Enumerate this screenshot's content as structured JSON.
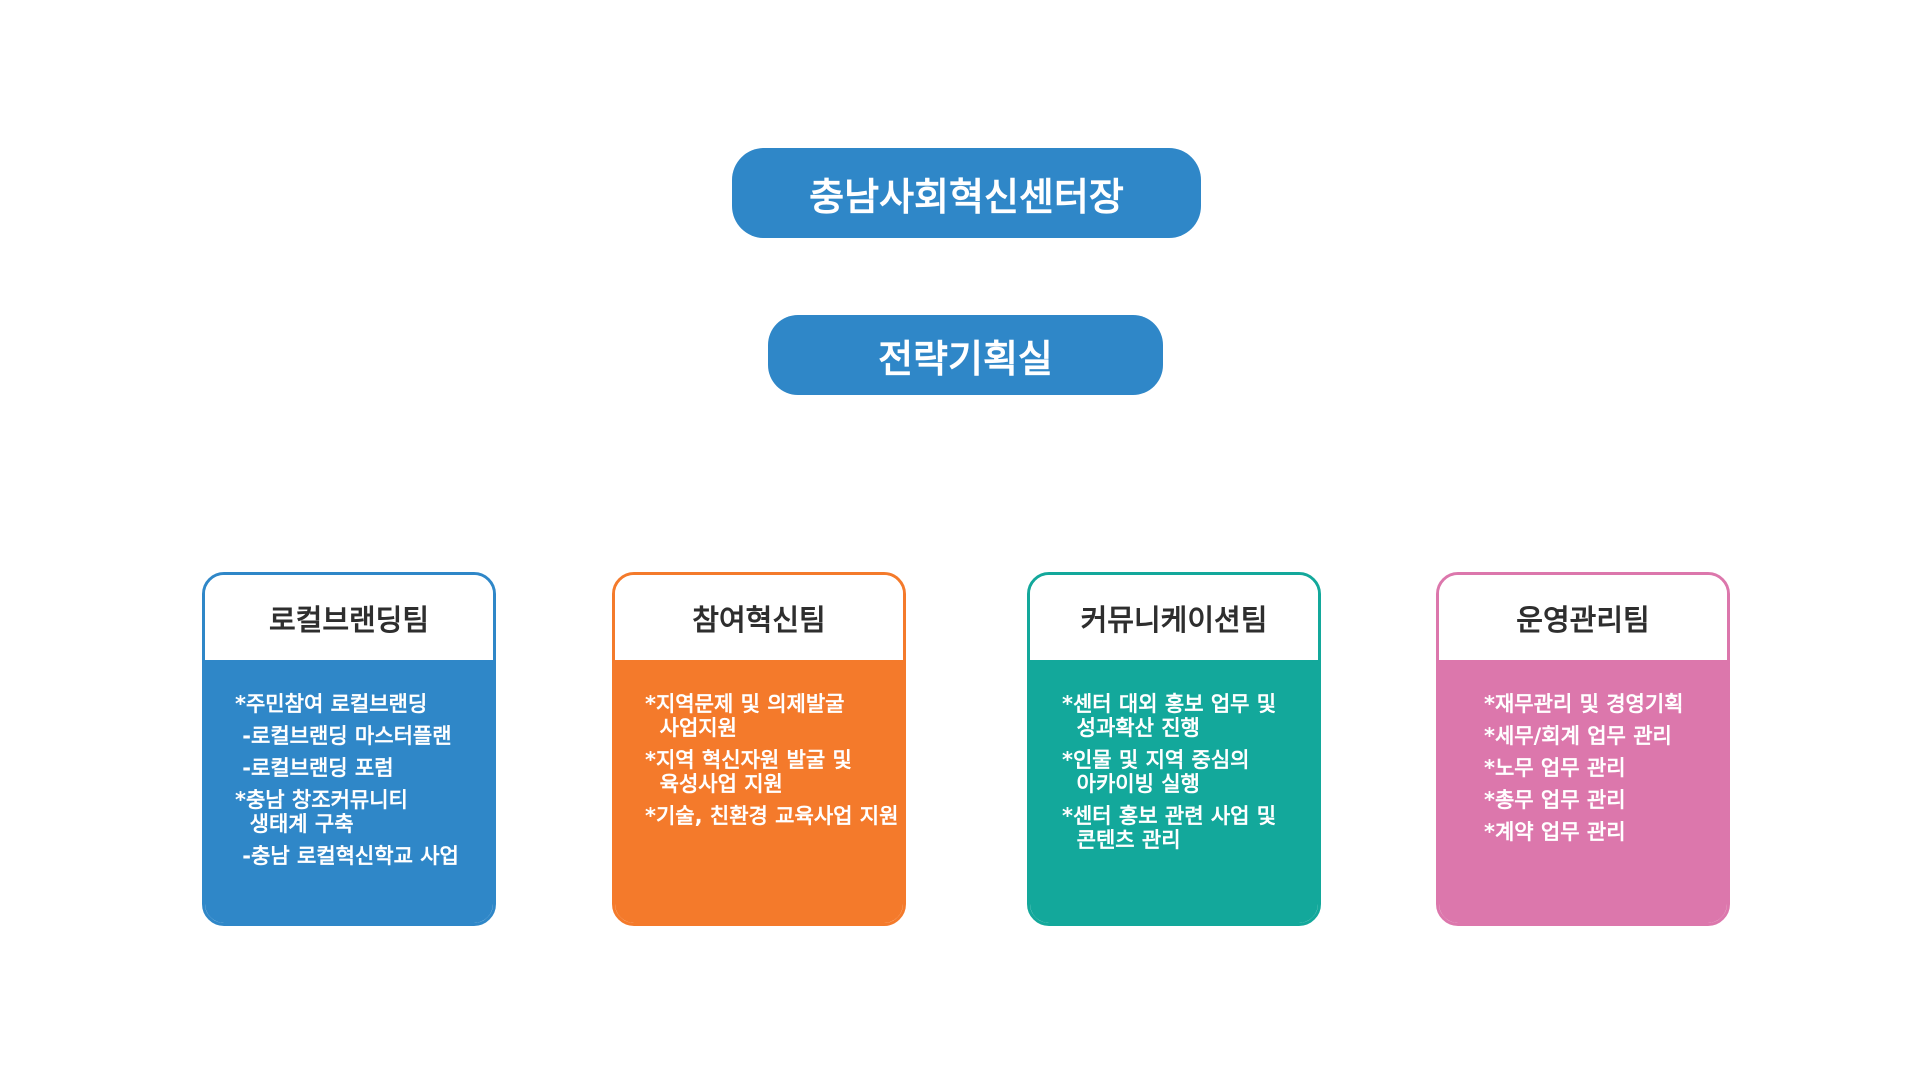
{
  "director": {
    "label": "충남사회혁신센터장"
  },
  "office": {
    "label": "전략기획실"
  },
  "colors": {
    "blue": "#2f87c8",
    "orange": "#f47a2b",
    "teal": "#13a89b",
    "pink": "#dc77ac"
  },
  "teams": [
    {
      "title": "로컬브랜딩팀",
      "items": [
        "*주민참여 로컬브랜딩",
        " -로컬브랜딩 마스터플랜",
        " -로컬브랜딩 포럼",
        "*충남 창조커뮤니티\n  생태계 구축",
        " -충남 로컬혁신학교 사업"
      ]
    },
    {
      "title": "참여혁신팀",
      "items": [
        "*지역문제 및 의제발굴\n  사업지원",
        "*지역 혁신자원 발굴 및\n  육성사업 지원",
        "*기술, 친환경 교육사업 지원"
      ]
    },
    {
      "title": "커뮤니케이션팀",
      "items": [
        "*센터 대외 홍보 업무 및\n  성과확산 진행",
        "*인물 및 지역 중심의\n  아카이빙 실행",
        "*센터 홍보 관련 사업 및\n  콘텐츠 관리"
      ]
    },
    {
      "title": "운영관리팀",
      "items": [
        "*재무관리 및 경영기획",
        "*세무/회계 업무 관리",
        "*노무 업무 관리",
        "*총무 업무 관리",
        "*계약 업무 관리"
      ]
    }
  ]
}
